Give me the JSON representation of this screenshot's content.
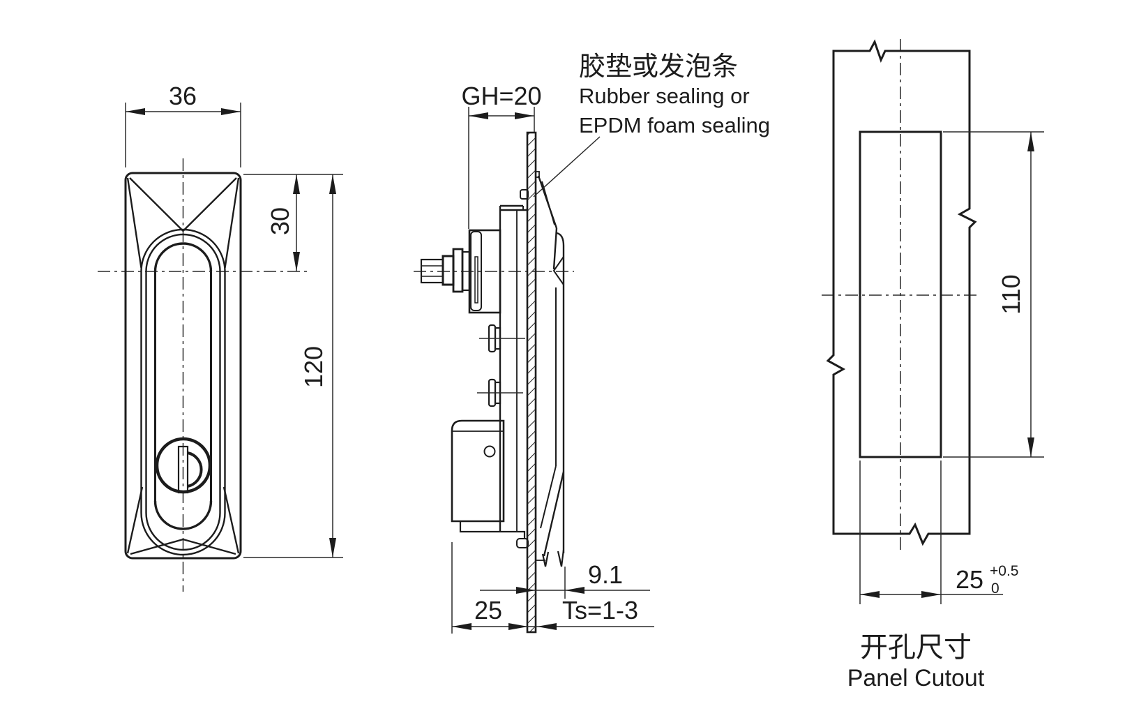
{
  "drawing": {
    "colors": {
      "ink": "#1c1c1c",
      "background": "#ffffff"
    },
    "front_view": {
      "dim_width": "36",
      "dim_center_offset": "30",
      "dim_height": "120"
    },
    "side_view": {
      "dim_grip": "GH=20",
      "dim_depth_behind_panel": "25",
      "dim_front_protrusion": "9.1",
      "dim_panel_thickness": "Ts=1-3",
      "annotation": {
        "cn": "胶垫或发泡条",
        "en1": "Rubber sealing or",
        "en2": "EPDM foam sealing"
      }
    },
    "cutout_view": {
      "dim_cutout_height": "110",
      "dim_cutout_width": "25",
      "tol_upper": "+0.5",
      "tol_lower": "0",
      "caption_cn": "开孔尺寸",
      "caption_en": "Panel Cutout"
    }
  }
}
